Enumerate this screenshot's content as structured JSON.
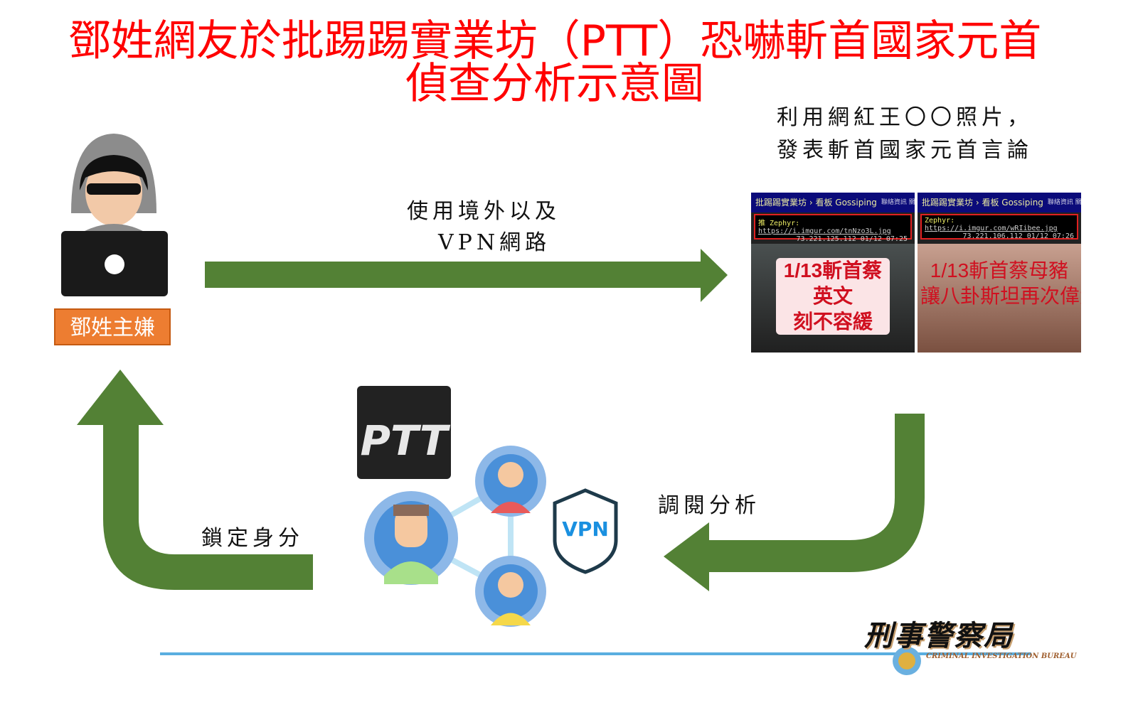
{
  "title": {
    "line1": "鄧姓網友於批踢踢實業坊（PTT）恐嚇斬首國家元首",
    "line2": "偵查分析示意圖"
  },
  "suspect_label": "鄧姓主嫌",
  "top_right_note": {
    "line1": "利用網紅王〇〇照片，",
    "line2": "發表斬首國家元首言論"
  },
  "arrow_top_label": {
    "line1": "使用境外以及",
    "line2": "VPN網路"
  },
  "arrow_bottom_right_label": "調閱分析",
  "arrow_bottom_left_label": "鎖定身分",
  "screenshots": [
    {
      "site": "批踢踢實業坊",
      "board": "看板 Gossiping",
      "links": "聯絡資訊  關於我們",
      "user": "推 Zephyr:",
      "url": "https://i.imgur.com/tnNzo3L.jpg",
      "ip_time": "73.221.125.112 01/12 07:25",
      "caption1": "1/13斬首蔡英文",
      "caption2": "刻不容緩"
    },
    {
      "site": "批踢踢實業坊",
      "board": "看板 Gossiping",
      "links": "聯絡資訊  關於我們",
      "user": "Zephyr:",
      "url": "https://i.imgur.com/wRIibee.jpg",
      "ip_time": "73.221.106.112 01/12 07:26",
      "caption1": "1/13斬首蔡母豬",
      "caption2": "讓八卦斯坦再次偉大"
    }
  ],
  "vpn_label": "VPN",
  "ptt_logo": "PTT",
  "footer": {
    "logo": "刑事警察局",
    "sub": "CRIMINAL INVESTIGATION BUREAU"
  },
  "colors": {
    "title": "#ff0000",
    "arrow": "#538135",
    "suspect": "#ed7d31"
  }
}
